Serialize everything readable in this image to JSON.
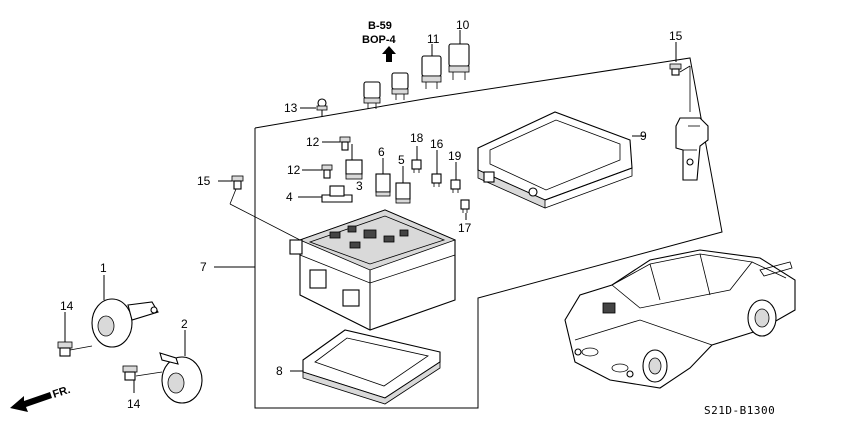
{
  "callouts": [
    {
      "id": "c1",
      "text": "1"
    },
    {
      "id": "c2",
      "text": "2"
    },
    {
      "id": "c3",
      "text": "3"
    },
    {
      "id": "c4",
      "text": "4"
    },
    {
      "id": "c5",
      "text": "5"
    },
    {
      "id": "c6",
      "text": "6"
    },
    {
      "id": "c7",
      "text": "7"
    },
    {
      "id": "c8",
      "text": "8"
    },
    {
      "id": "c9",
      "text": "9"
    },
    {
      "id": "c10",
      "text": "10"
    },
    {
      "id": "c11",
      "text": "11"
    },
    {
      "id": "c12a",
      "text": "12"
    },
    {
      "id": "c12b",
      "text": "12"
    },
    {
      "id": "c13",
      "text": "13"
    },
    {
      "id": "c14a",
      "text": "14"
    },
    {
      "id": "c14b",
      "text": "14"
    },
    {
      "id": "c15a",
      "text": "15"
    },
    {
      "id": "c15b",
      "text": "15"
    },
    {
      "id": "c16",
      "text": "16"
    },
    {
      "id": "c17",
      "text": "17"
    },
    {
      "id": "c18",
      "text": "18"
    },
    {
      "id": "c19",
      "text": "19"
    }
  ],
  "reference": {
    "line1": "B-59",
    "line2": "BOP-4"
  },
  "direction_label": "FR.",
  "diagram_code": "S21D-B1300"
}
